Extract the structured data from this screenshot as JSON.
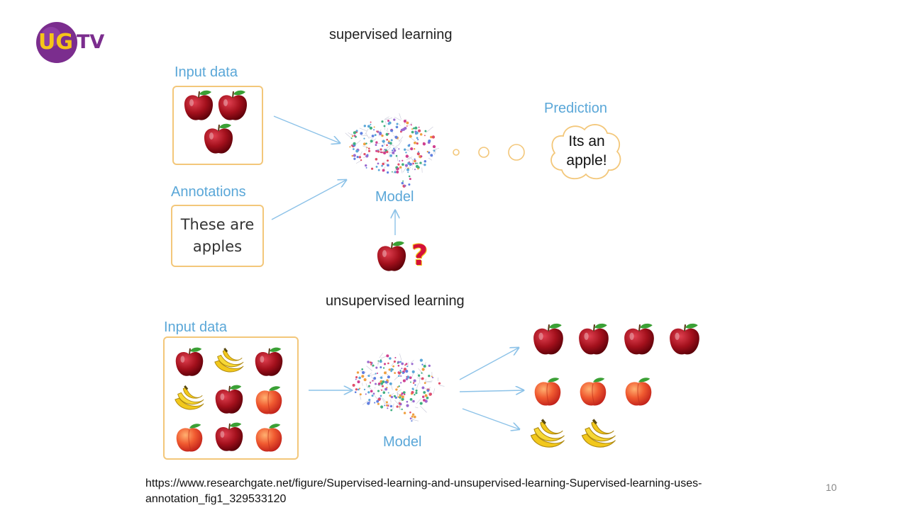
{
  "logo": {
    "text_ug": "UG",
    "text_tv": "TV",
    "colors": {
      "circle": "#7b2d8e",
      "ug": "#f5c518",
      "tv": "#7b2d8e"
    }
  },
  "supervised": {
    "title": "supervised learning",
    "input_label": "Input data",
    "annotations_label": "Annotations",
    "annotation_line1": "These are",
    "annotation_line2": "apples",
    "model_label": "Model",
    "prediction_label": "Prediction",
    "prediction_line1": "Its an",
    "prediction_line2": "apple!",
    "query_mark": "?"
  },
  "unsupervised": {
    "title": "unsupervised learning",
    "input_label": "Input data",
    "model_label": "Model"
  },
  "footer": {
    "source_line1": "https://www.researchgate.net/figure/Supervised-learning-and-unsupervised-learning-Supervised-learning-uses-",
    "source_line2": "annotation_fig1_329533120",
    "page_number": "10"
  },
  "colors": {
    "label": "#5aa7d8",
    "box_border": "#f3c77a",
    "arrow": "#8cc2e8",
    "apple": "#a3101c",
    "peach": "#e8452c",
    "banana": "#f2c81c"
  },
  "icons": [
    "apple-icon",
    "banana-icon",
    "peach-icon",
    "brain-network-icon",
    "question-mark-icon",
    "thought-cloud-icon"
  ]
}
